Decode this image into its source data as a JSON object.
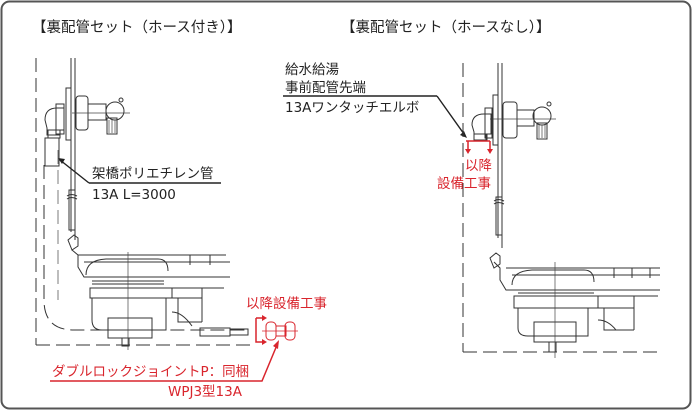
{
  "left_panel": {
    "title": "【裏配管セット（ホース付き）】",
    "pipe_label": "架橋ポリエチレン管",
    "pipe_spec": "13A L=3000",
    "red_note": "以降設備工事",
    "joint_label": "ダブルロックジョイントP：同梱",
    "joint_spec": "WPJ3型13A"
  },
  "right_panel": {
    "title": "【裏配管セット（ホースなし）】",
    "label_line1": "給水給湯",
    "label_line2": "事前配管先端",
    "label_line3": "13Aワンタッチエルボ",
    "red_note_line1": "以降",
    "red_note_line2": "設備工事"
  },
  "colors": {
    "accent_red": "#d9252d",
    "line": "#333333",
    "border": "#555555"
  }
}
